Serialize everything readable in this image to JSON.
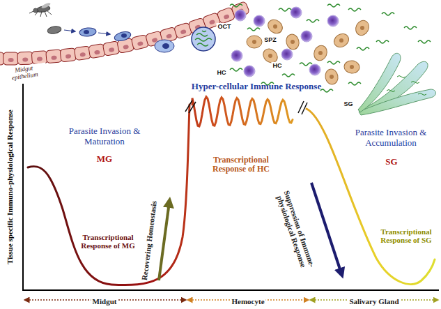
{
  "diagram": {
    "labels": [
      "Midgut epithelium",
      "OCT",
      "SPZ",
      "HC",
      "HC",
      "SG",
      "Tissue specific Immuno-physiological Response",
      "Parasite Invasion & Maturation",
      "MG",
      "Transcriptional Response of MG",
      "Recovering Homeostasis",
      "Hyper-cellular Immune Response",
      "Transcriptional Response of HC",
      "Parasite Invasion & Accumulation",
      "SG",
      "Suppression of Immune-physiological Response",
      "Transcriptional Response of SG",
      "Midgut",
      "Hemocyte",
      "Salivary Gland"
    ]
  }
}
